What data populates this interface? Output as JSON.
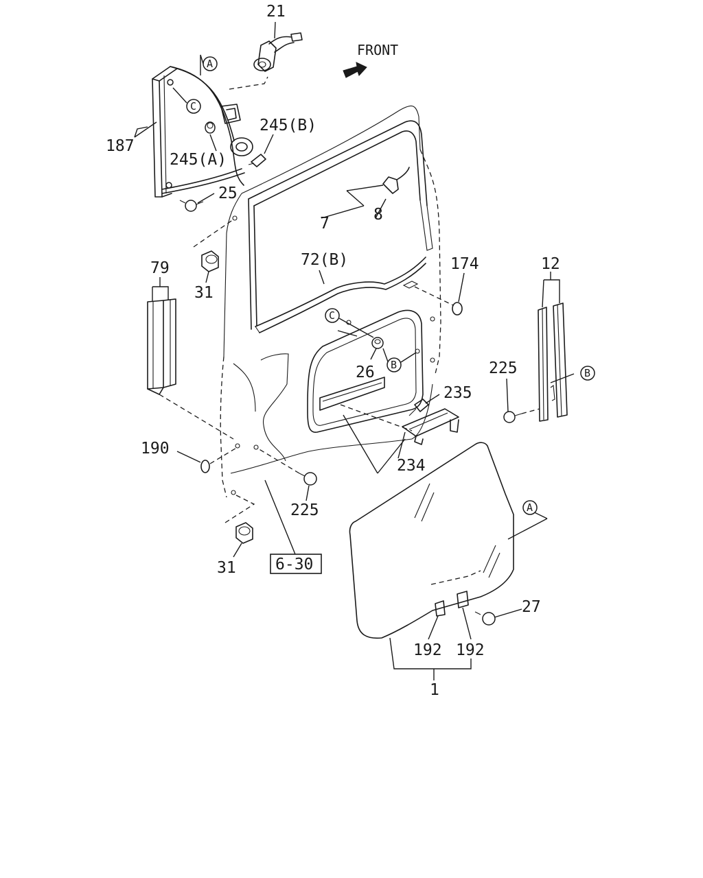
{
  "diagram": {
    "direction_label": "FRONT",
    "reference_box": "6-30",
    "connectors": {
      "a": "A",
      "b": "B",
      "c": "C"
    },
    "callouts": {
      "p21": "21",
      "p245b": "245(B)",
      "p245a": "245(A)",
      "p187": "187",
      "p25": "25",
      "p7": "7",
      "p8": "8",
      "p79": "79",
      "p31_upper": "31",
      "p72b": "72(B)",
      "p174": "174",
      "p12": "12",
      "p26": "26",
      "p225_right": "225",
      "p235": "235",
      "p234": "234",
      "p190": "190",
      "p225_lower": "225",
      "p31_lower": "31",
      "p27": "27",
      "p192_left": "192",
      "p192_right": "192",
      "p1": "1"
    }
  }
}
